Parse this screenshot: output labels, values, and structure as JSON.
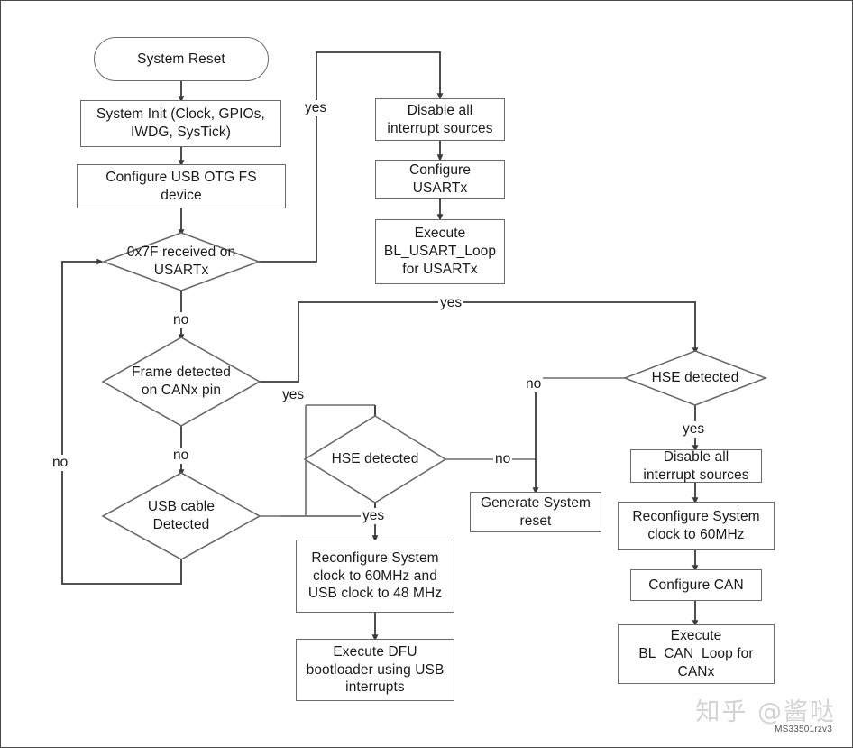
{
  "figure": {
    "caption_id": "MS33501rzv3",
    "watermark": "知乎 @酱哒",
    "line_color": "#6b6b6b",
    "text_color": "#1a1a1a",
    "background": "#ffffff"
  },
  "nodes": {
    "system_reset": "System Reset",
    "system_init": "System Init (Clock, GPIOs,\nIWDG, SysTick)",
    "configure_usb": "Configure USB OTG FS\ndevice",
    "dec_0x7f": "0x7F received on\nUSARTx",
    "dec_frame_can": "Frame detected\non CANx pin",
    "dec_usb_cable": "USB cable\nDetected",
    "disable_int_usart": "Disable all\ninterrupt sources",
    "configure_usartx": "Configure\nUSARTx",
    "execute_bl_usart": "Execute\nBL_USART_Loop\nfor USARTx",
    "dec_hse_mid": "HSE detected",
    "dec_hse_right": "HSE detected",
    "generate_reset": "Generate System\nreset",
    "reconfig_usb_clock": "Reconfigure System\nclock to 60MHz and\nUSB clock to 48 MHz",
    "execute_dfu": "Execute DFU\nbootloader using USB\ninterrupts",
    "disable_int_can": "Disable all\ninterrupt sources",
    "reconfig_can_clock": "Reconfigure System\nclock to 60MHz",
    "configure_can": "Configure CAN",
    "execute_bl_can": "Execute\nBL_CAN_Loop for\nCANx"
  },
  "edge_labels": {
    "yes_usart": "yes",
    "no_0x7f": "no",
    "yes_frame_can": "yes",
    "no_frame_can": "no",
    "no_loopback": "no",
    "yes_top_right": "yes",
    "no_hse_mid": "no",
    "yes_hse_mid": "yes",
    "no_hse_right": "no",
    "yes_hse_right": "yes"
  }
}
